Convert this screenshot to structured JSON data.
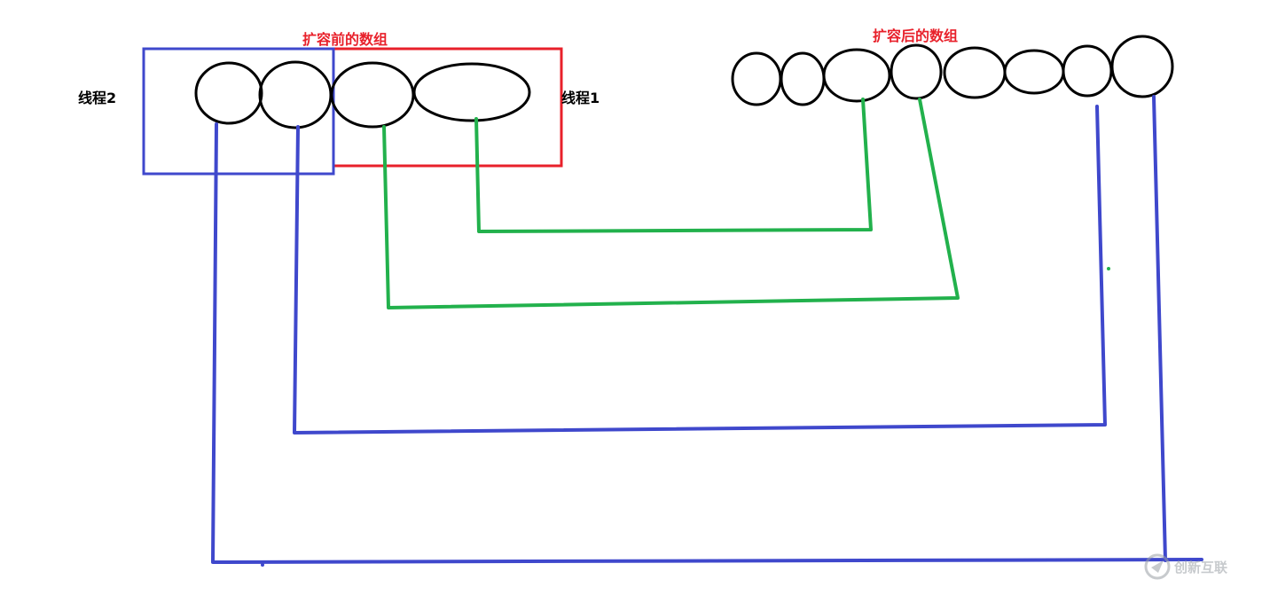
{
  "labels": {
    "before_array": "扩容前的数组",
    "after_array": "扩容后的数组",
    "thread2": "线程2",
    "thread1": "线程1"
  },
  "watermark": {
    "text": "创新互联"
  },
  "colors": {
    "red": "#e8202a",
    "blue": "#3f48cc",
    "green": "#22b14c",
    "black": "#000000",
    "watermark": "#9aa0a6"
  }
}
